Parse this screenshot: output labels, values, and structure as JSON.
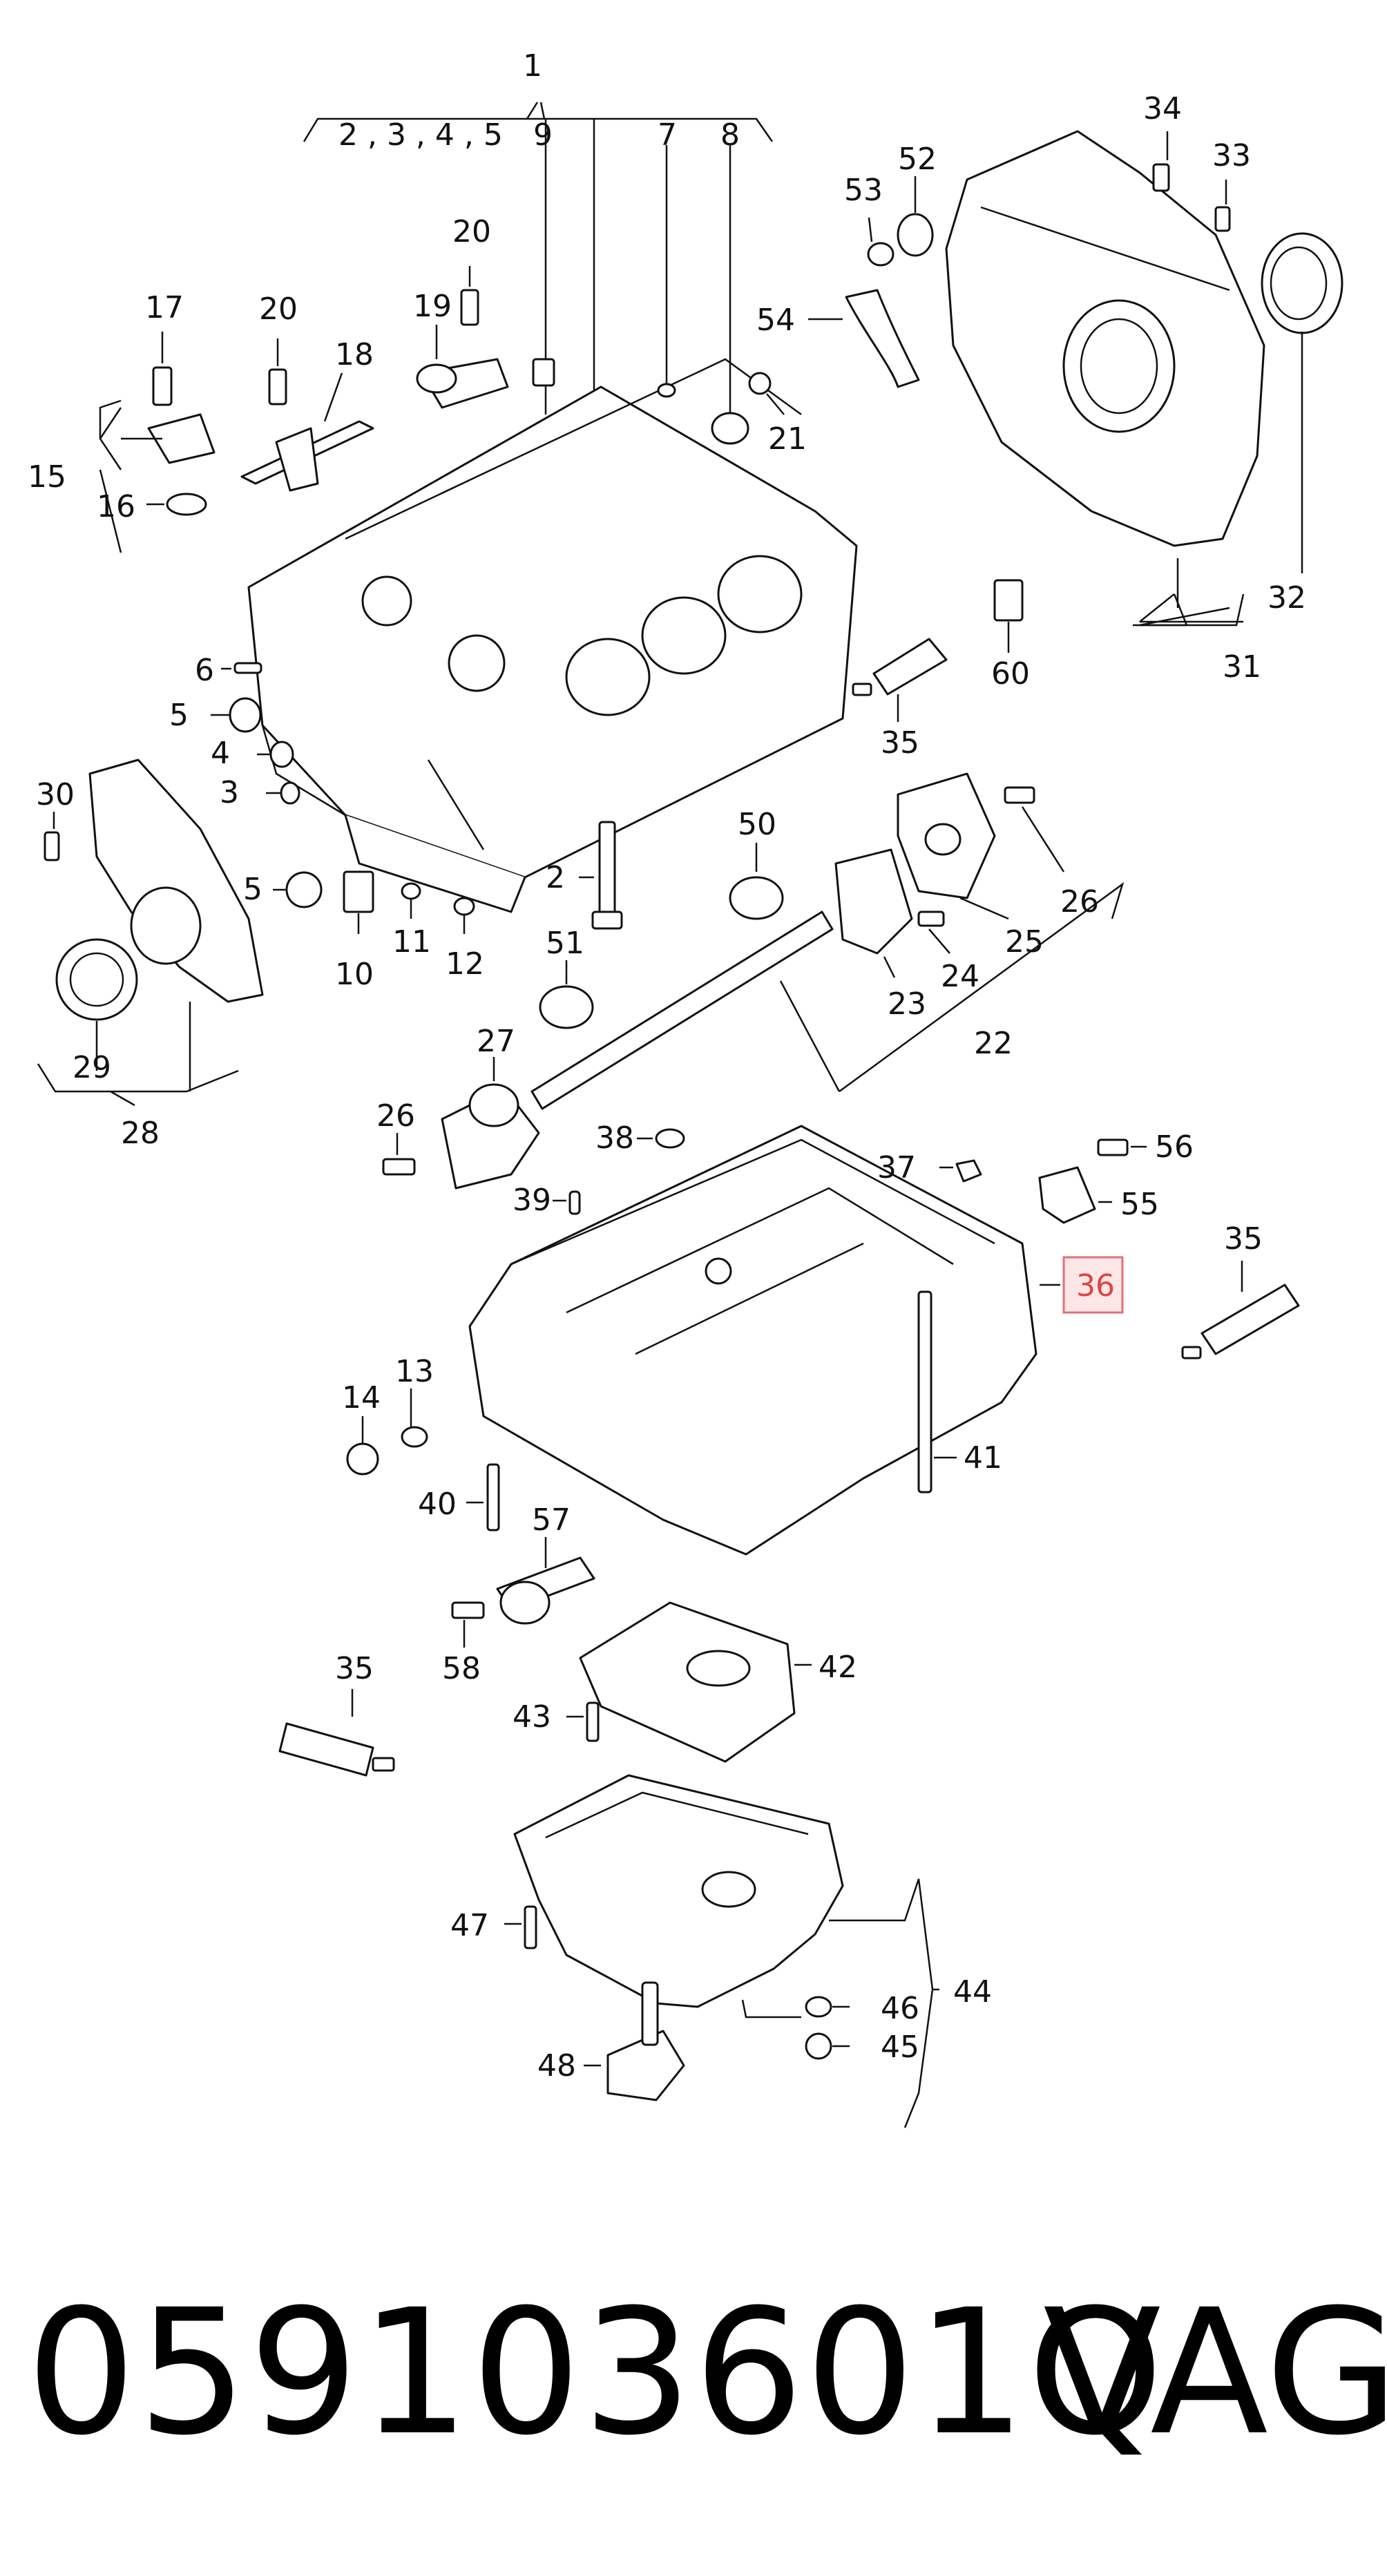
{
  "diagram": {
    "callouts": {
      "c1": "1",
      "c2345": "2 , 3 , 4 , 5",
      "c9": "9",
      "c7": "7",
      "c8": "8",
      "c53": "53",
      "c52": "52",
      "c34": "34",
      "c33": "33",
      "c54": "54",
      "c17": "17",
      "c20a": "20",
      "c20b": "20",
      "c19": "19",
      "c18": "18",
      "c21": "21",
      "c15": "15",
      "c16": "16",
      "c6": "6",
      "c5a": "5",
      "c4": "4",
      "c3": "3",
      "c30": "30",
      "c35a": "35",
      "c60": "60",
      "c31": "31",
      "c32": "32",
      "c50": "50",
      "c2": "2",
      "c5b": "5",
      "c10": "10",
      "c11": "11",
      "c12": "12",
      "c51": "51",
      "c26a": "26",
      "c25": "25",
      "c23": "23",
      "c24": "24",
      "c22": "22",
      "c29": "29",
      "c28": "28",
      "c27": "27",
      "c26b": "26",
      "c38": "38",
      "c37": "37",
      "c56": "56",
      "c55": "55",
      "c39": "39",
      "c36": "36",
      "c35b": "35",
      "c13": "13",
      "c14": "14",
      "c40": "40",
      "c41": "41",
      "c57": "57",
      "c58": "58",
      "c42": "42",
      "c43": "43",
      "c35c": "35",
      "c47": "47",
      "c44": "44",
      "c46": "46",
      "c45": "45",
      "c48": "48"
    },
    "highlighted": "36",
    "highlight_color": "#e0707a"
  },
  "footer": {
    "part_number": "059103601Q",
    "brand": "VAG"
  }
}
